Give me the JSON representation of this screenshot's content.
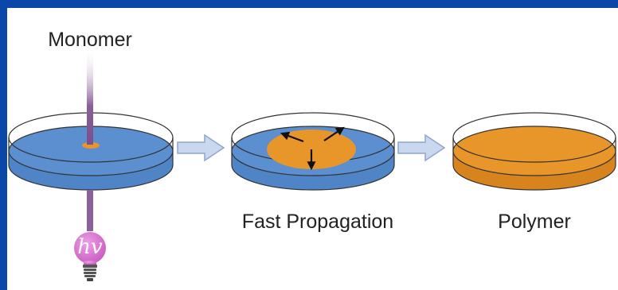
{
  "labels": {
    "monomer": "Monomer",
    "fast_propagation": "Fast Propagation",
    "polymer": "Polymer",
    "light_symbol": "hv"
  },
  "colors": {
    "frame_blue": "#0a47a8",
    "monomer_blue": "#5b8fcf",
    "polymer_orange": "#e8952a",
    "beam_purple": "#8c5f99",
    "bulb_pink": "#d874d0",
    "arrow_fill": "#c9d8ee",
    "arrow_stroke": "#8ea6cc"
  },
  "icons": {
    "light_source": "light-bulb-icon",
    "step_arrow": "right-arrow-icon",
    "spread_arrow": "arrow-icon"
  }
}
